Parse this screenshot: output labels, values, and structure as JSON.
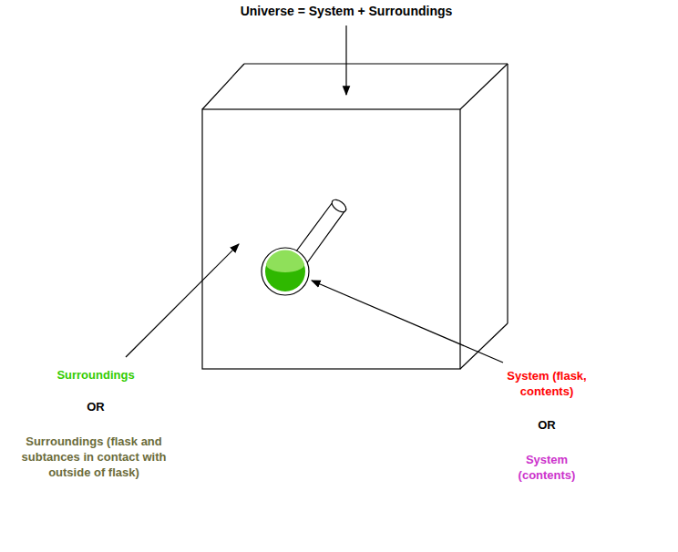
{
  "diagram": {
    "title": "Universe = System + Surroundings",
    "labels": [
      "Surroundings",
      "OR",
      "Surroundings (flask and subtances in contact with outside of flask)",
      "System (flask, contents)",
      "OR",
      "System (contents)"
    ]
  }
}
